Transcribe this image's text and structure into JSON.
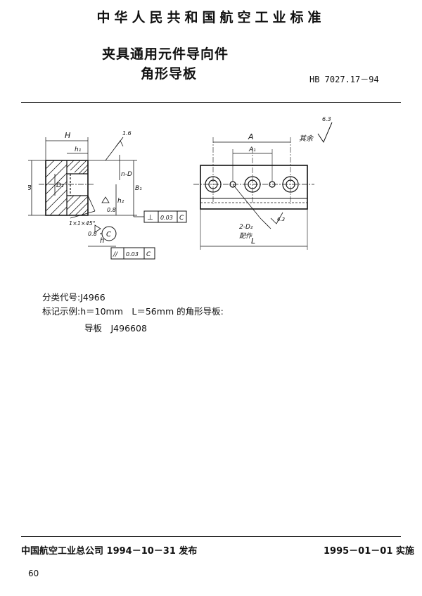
{
  "header": {
    "standard_body": "中华人民共和国航空工业标准",
    "title_line1": "夹具通用元件导向件",
    "title_line2": "角形导板",
    "standard_code": "HB 7027.17－94"
  },
  "drawing_labels": {
    "H": "H",
    "h1": "h₁",
    "B": "B",
    "D1": "D₁",
    "nD": "n-D",
    "h2": "h₂",
    "B1": "B₁",
    "chamfer": "1×1×45°",
    "h": "h",
    "roughness_08a": "0.8",
    "roughness_08b": "0.8",
    "roughness_16": "1.6",
    "datum_c": "C",
    "perp_symbol": "⊥",
    "perp_tol": "0.03",
    "perp_datum": "C",
    "par_symbol": "//",
    "par_tol": "0.03",
    "par_datum": "C",
    "A": "A",
    "A1": "A₁",
    "rest_label": "其余",
    "rest_roughness": "6.3",
    "d2_label": "2-D₂",
    "d2_note": "配作",
    "L": "L",
    "small_roughness": "6.3"
  },
  "info": {
    "classification": "分类代号:J4966",
    "example_label": "标记示例:h＝10mm　L＝56mm 的角形导板:",
    "example_value": "导板　J496608"
  },
  "footer": {
    "publisher": "中国航空工业总公司 1994－10－31 发布",
    "effective": "1995－01－01 实施",
    "page_number": "60"
  }
}
